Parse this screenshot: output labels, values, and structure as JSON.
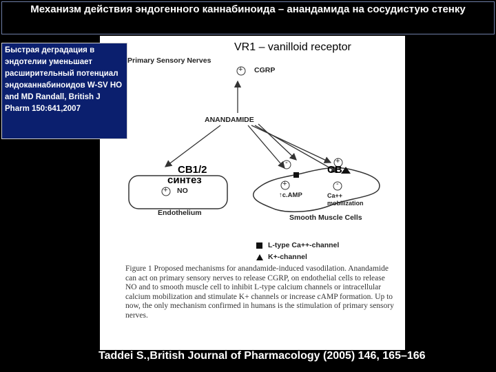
{
  "title": "Механизм действия эндогенного каннабиноида – анандамида на сосудистую стенку",
  "note": "Быстрая деградация в эндотелии уменьшает расширительный потенциал эндоканнабиноидов W-SV HO and MD Randall, British J Pharm 150:641,2007",
  "vr1_label": "VR1 – vanilloid receptor",
  "figure": {
    "primary_sensory_nerves": "Primary Sensory Nerves",
    "plus": "+",
    "minus": "-",
    "cgrp": "CGRP",
    "anandamide": "ANANDAMIDE",
    "no": "NO",
    "endothelium": "Endothelium",
    "camp": "↑c.AMP",
    "ca_mobilization": "Ca++ mobilization",
    "smooth_muscle": "Smooth Muscle Cells",
    "legend_square": "L-type Ca++-channel",
    "legend_triangle": "K+-channel",
    "caption": "Figure 1 Proposed mechanisms for anandamide-induced vasodilation. Anandamide can act on primary sensory nerves to release CGRP, on endothelial cells to release NO and to smooth muscle cell to inhibit L-type calcium channels or intracellular calcium mobilization and stimulate K+ channels or increase cAMP formation. Up to now, the only mechanism confirmed in humans is the stimulation of primary sensory nerves."
  },
  "cb_left": "CB1/2",
  "synthesis": "синтез",
  "cb_right": "CB",
  "citation": "Taddei S.,British Journal of Pharmacology (2005) 146, 165–166"
}
